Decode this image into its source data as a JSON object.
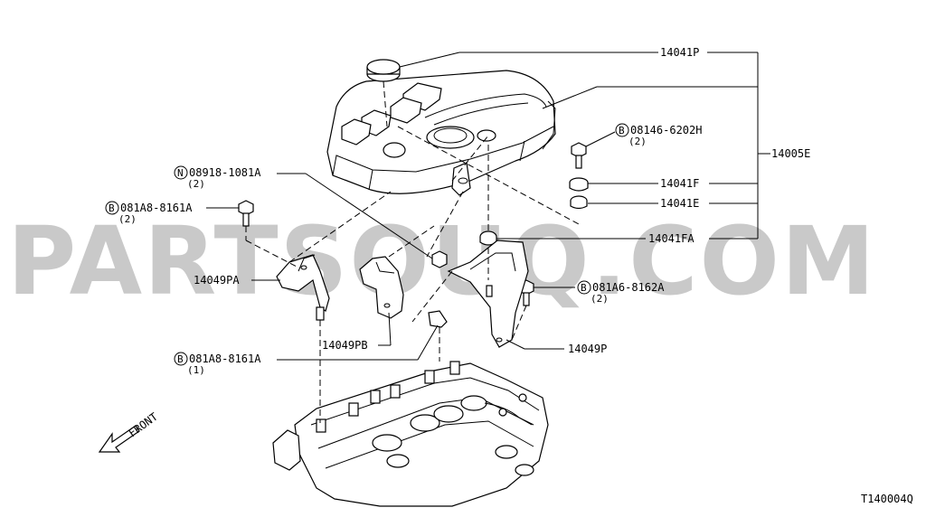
{
  "watermark": "PARTSOUQ.COM",
  "diagram_code": "T140004Q",
  "front_label": "FRONT",
  "prefix_N": "N",
  "prefix_B": "B",
  "callouts": {
    "p14041P": "14041P",
    "p14005E": "14005E",
    "p08146": "08146-6202H",
    "p08146_qty": "(2)",
    "p14041F": "14041F",
    "p14041E": "14041E",
    "p14041FA": "14041FA",
    "p08918": "08918-1081A",
    "p08918_qty": "(2)",
    "p081A8_top": "081A8-8161A",
    "p081A8_top_qty": "(2)",
    "p14049PA": "14049PA",
    "p081A6": "081A6-8162A",
    "p081A6_qty": "(2)",
    "p14049PB": "14049PB",
    "p14049P": "14049P",
    "p081A8_bot": "081A8-8161A",
    "p081A8_bot_qty": "(1)"
  }
}
